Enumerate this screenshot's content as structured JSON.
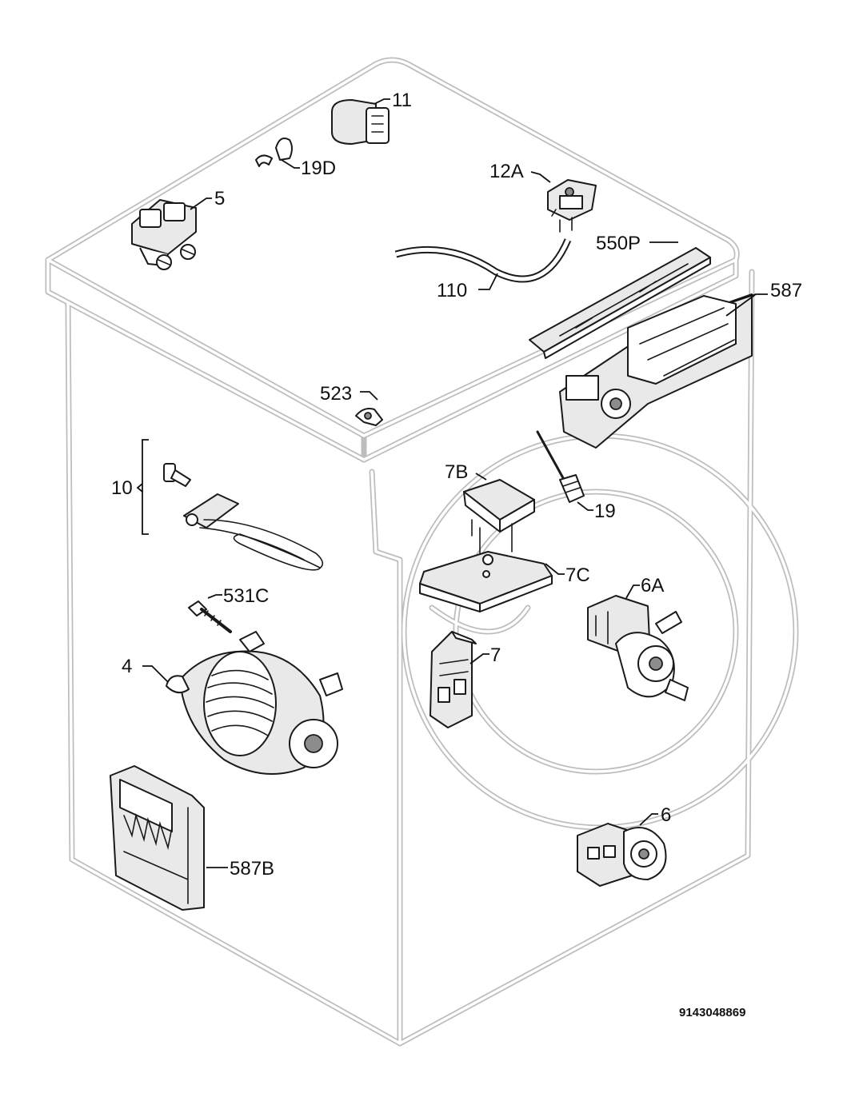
{
  "diagram": {
    "document_number": "9143048869",
    "callouts": {
      "c11": "11",
      "c19d": "19D",
      "c12a": "12A",
      "c5": "5",
      "c550p": "550P",
      "c587": "587",
      "c110": "110",
      "c523": "523",
      "c10": "10",
      "c7b": "7B",
      "c19": "19",
      "c7c": "7C",
      "c6a": "6A",
      "c531c": "531C",
      "c4": "4",
      "c7": "7",
      "c6": "6",
      "c587b": "587B"
    }
  }
}
